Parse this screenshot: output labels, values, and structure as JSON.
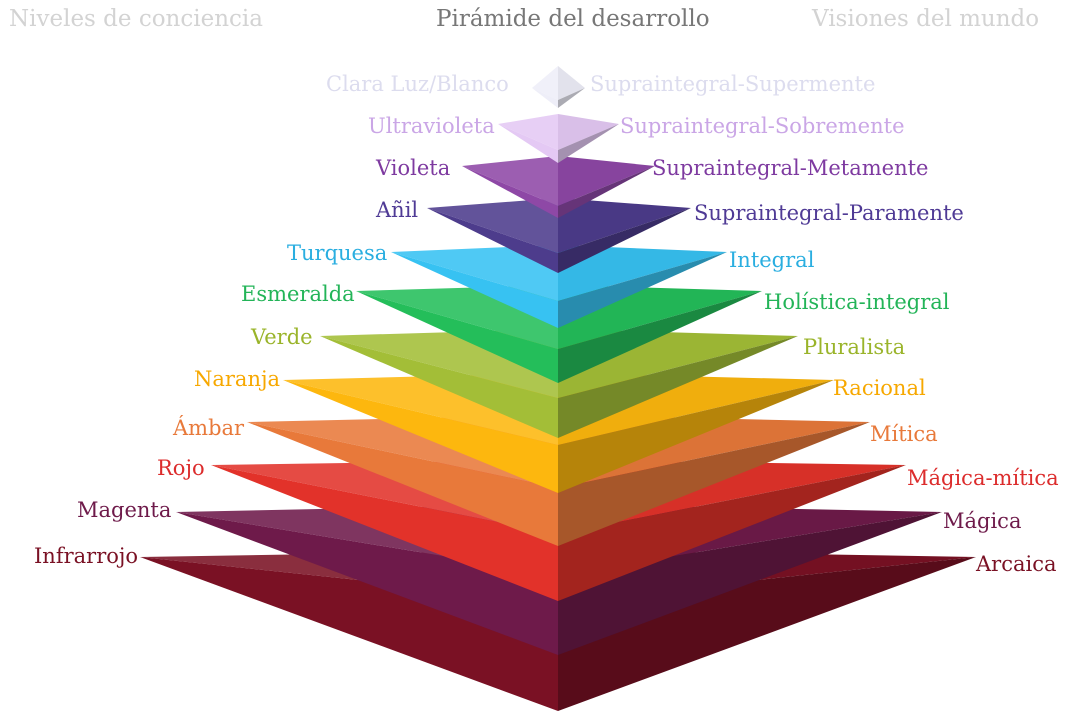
{
  "header": {
    "left": "Niveles de conciencia",
    "center": "Pirámide del desarrollo",
    "right": "Visiones del mundo"
  },
  "levels": [
    {
      "color_name": "Infrarrojo",
      "worldview": "Arcaica",
      "color": "#7a1124",
      "label_color": "#7a1124"
    },
    {
      "color_name": "Magenta",
      "worldview": "Mágica",
      "color": "#6e1a4a",
      "label_color": "#6e1a4a"
    },
    {
      "color_name": "Rojo",
      "worldview": "Mágica-mítica",
      "color": "#e2322a",
      "label_color": "#dc2c2c"
    },
    {
      "color_name": "Ámbar",
      "worldview": "Mítica",
      "color": "#e8793a",
      "label_color": "#e8793a"
    },
    {
      "color_name": "Naranja",
      "worldview": "Racional",
      "color": "#fdb70e",
      "label_color": "#f7a800"
    },
    {
      "color_name": "Verde",
      "worldview": "Pluralista",
      "color": "#a3be37",
      "label_color": "#9ab42a"
    },
    {
      "color_name": "Esmeralda",
      "worldview": "Holística-integral",
      "color": "#24be5a",
      "label_color": "#23b458"
    },
    {
      "color_name": "Turquesa",
      "worldview": "Integral",
      "color": "#37c2f2",
      "label_color": "#2aaee0"
    },
    {
      "color_name": "Añil",
      "worldview": "Supraintegral-Paramente",
      "color": "#4d3c8c",
      "label_color": "#4f3a95"
    },
    {
      "color_name": "Violeta",
      "worldview": "Supraintegral-Metamente",
      "color": "#8e48a6",
      "label_color": "#7e3aa0"
    },
    {
      "color_name": "Ultravioleta",
      "worldview": "Supraintegral-Sobremente",
      "color": "#e4c9f4",
      "label_color": "#caa6e6"
    },
    {
      "color_name": "Clara Luz/Blanco",
      "worldview": "Supraintegral-Supermente",
      "color": "#eeeef8",
      "label_color": "#dcdcee"
    }
  ]
}
